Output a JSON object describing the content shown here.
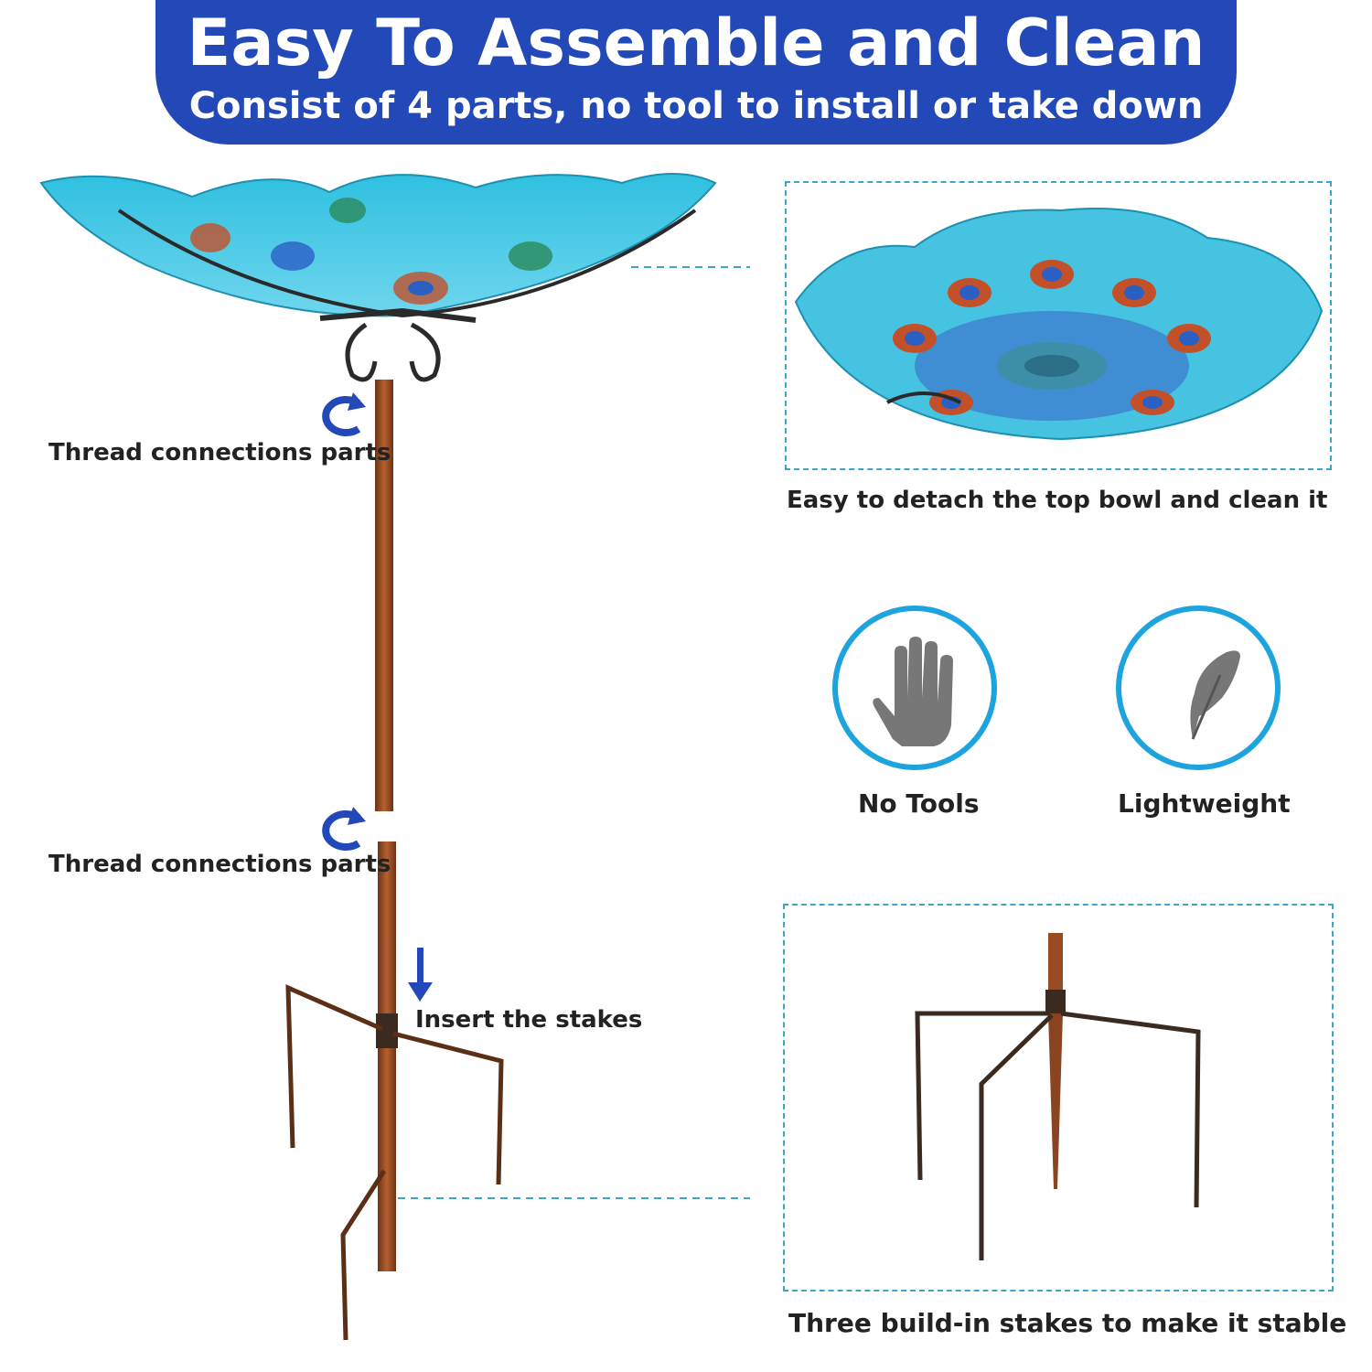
{
  "header": {
    "title": "Easy To Assemble and Clean",
    "subtitle": "Consist of 4 parts, no tool to install or take down"
  },
  "labels": {
    "thread_upper": "Thread connections parts",
    "thread_lower": "Thread connections parts",
    "insert_stakes": "Insert the stakes",
    "detach_bowl": "Easy to detach the top bowl and clean it",
    "no_tools": "No Tools",
    "lightweight": "Lightweight",
    "stakes_stable": "Three build-in stakes to make it stable"
  },
  "icons": {
    "rotate": "rotate-arrow-icon",
    "down_arrow": "down-arrow-icon",
    "hand": "hand-icon",
    "feather": "feather-icon"
  },
  "colors": {
    "banner": "#2348b8",
    "accent": "#1da4df",
    "dash": "#3aa7c9",
    "copper": "#9a4a22"
  }
}
